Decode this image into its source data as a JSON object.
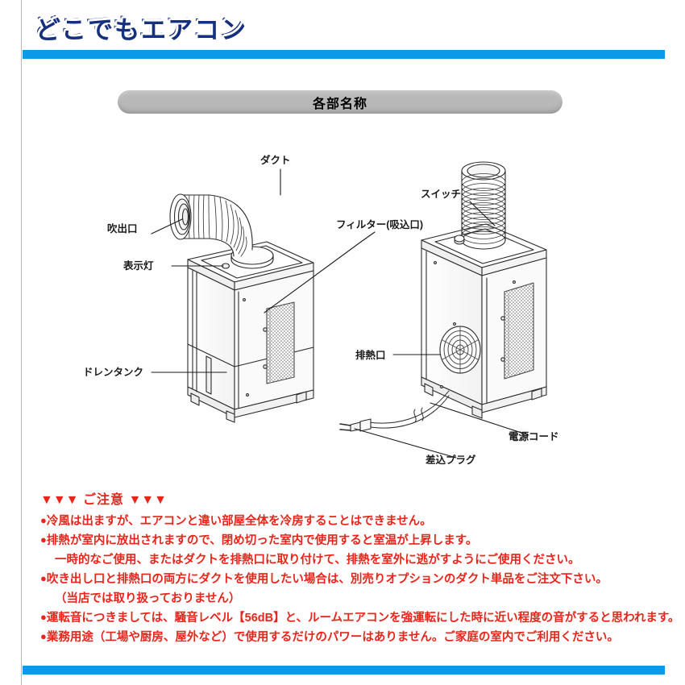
{
  "header": {
    "title": "どこでもエアコン",
    "accent_color": "#0b9ae8",
    "title_color": "#15307e"
  },
  "section": {
    "banner_label": "各部名称",
    "banner_color": "#b8b8b8"
  },
  "diagram": {
    "labels": {
      "duct": "ダクト",
      "air_outlet": "吹出口",
      "indicator_lamp": "表示灯",
      "drain_tank": "ドレンタンク",
      "filter_intake": "フィルター(吸込口)",
      "switch": "スイッチ",
      "exhaust_port": "排熱口",
      "power_cord": "電源コード",
      "plug": "差込プラグ"
    }
  },
  "notice": {
    "heading_left_triangles": "▼▼▼",
    "heading_text": "ご注意",
    "heading_right_triangles": "▼▼▼",
    "text_color": "#e8251b",
    "lines": [
      {
        "bullet": true,
        "text": "冷風は出ますが、エアコンと違い部屋全体を冷房することはできません。"
      },
      {
        "bullet": true,
        "text": "排熱が室内に放出されますので、閉め切った室内で使用すると室温が上昇します。"
      },
      {
        "bullet": false,
        "text": "一時的なご使用、またはダクトを排熱口に取り付けて、排熱を室外に逃がすようにご使用ください。"
      },
      {
        "bullet": true,
        "text": "吹き出し口と排熱口の両方にダクトを使用したい場合は、別売りオプションのダクト単品をご注文下さい。"
      },
      {
        "bullet": false,
        "text": "（当店では取り扱っておりません）"
      },
      {
        "bullet": true,
        "text": "運転音につきましては、騒音レベル【56dB】と、ルームエアコンを強運転にした時に近い程度の音がすると思われます。"
      },
      {
        "bullet": true,
        "text": "業務用途（工場や厨房、屋外など）で使用するだけのパワーはありません。ご家庭の室内でご利用ください。"
      }
    ]
  }
}
